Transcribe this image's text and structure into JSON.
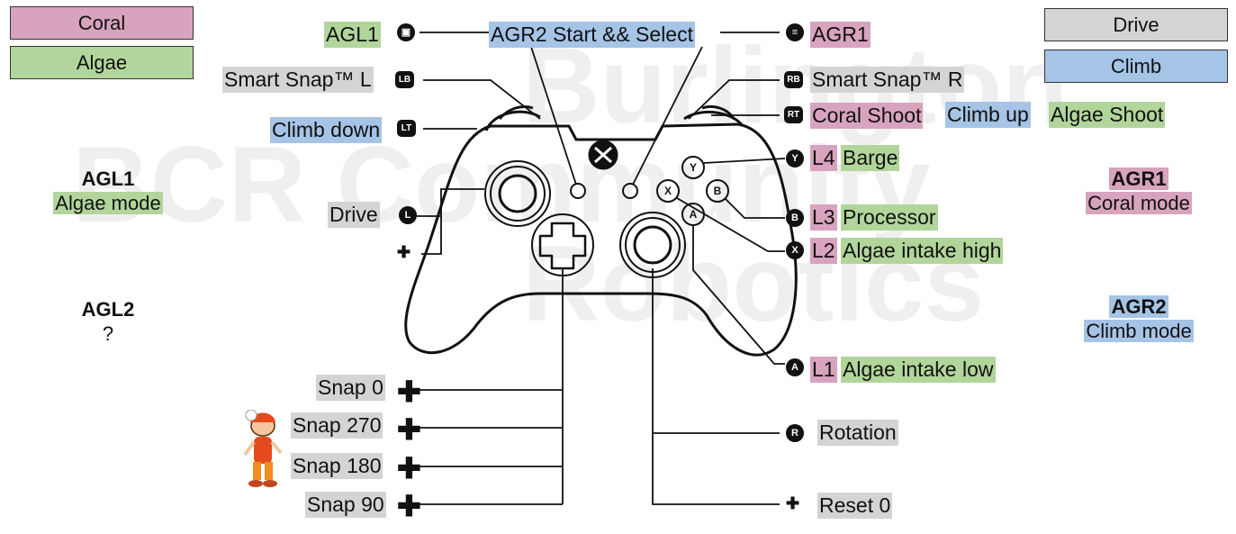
{
  "legend": {
    "coral": "Coral",
    "algae": "Algae",
    "drive": "Drive",
    "climb": "Climb"
  },
  "colors": {
    "coral": "#d8a3bd",
    "algae": "#b1d59a",
    "drive": "#d4d4d4",
    "climb": "#a5c4e6"
  },
  "modes": {
    "agl1": {
      "title": "AGL1",
      "desc": "Algae mode"
    },
    "agl2": {
      "title": "AGL2",
      "desc": "?"
    },
    "agr1": {
      "title": "AGR1",
      "desc": "Coral mode"
    },
    "agr2": {
      "title": "AGR2",
      "desc": "Climb mode"
    }
  },
  "buttons": {
    "view": "AGL1",
    "start_select": "AGR2 Start && Select",
    "menu": "AGR1",
    "lb": "Smart Snap™ L",
    "rb": "Smart Snap™ R",
    "lt": "Climb down",
    "rt_coral": "Coral Shoot",
    "rt_climb": "Climb up",
    "rt_algae": "Algae Shoot",
    "y_level": "L4",
    "y_action": "Barge",
    "b_level": "L3",
    "b_action": "Processor",
    "x_level": "L2",
    "x_action": "Algae intake high",
    "a_level": "L1",
    "a_action": "Algae intake low",
    "left_stick": "Drive",
    "right_stick": "Rotation",
    "right_stick_click": "Reset 0",
    "dpad_up": "Snap 0",
    "dpad_left": "Snap 270",
    "dpad_down": "Snap 180",
    "dpad_right": "Snap 90"
  },
  "icons": {
    "view": "view-icon",
    "menu": "menu-icon",
    "lb": "LB",
    "rb": "RB",
    "lt": "LT",
    "rt": "RT",
    "y": "Y",
    "b": "B",
    "x": "X",
    "a": "A",
    "l": "L",
    "r": "R"
  },
  "watermark": {
    "line1": "Burlington",
    "line2": "BCR Community",
    "line3": "Robotics"
  }
}
